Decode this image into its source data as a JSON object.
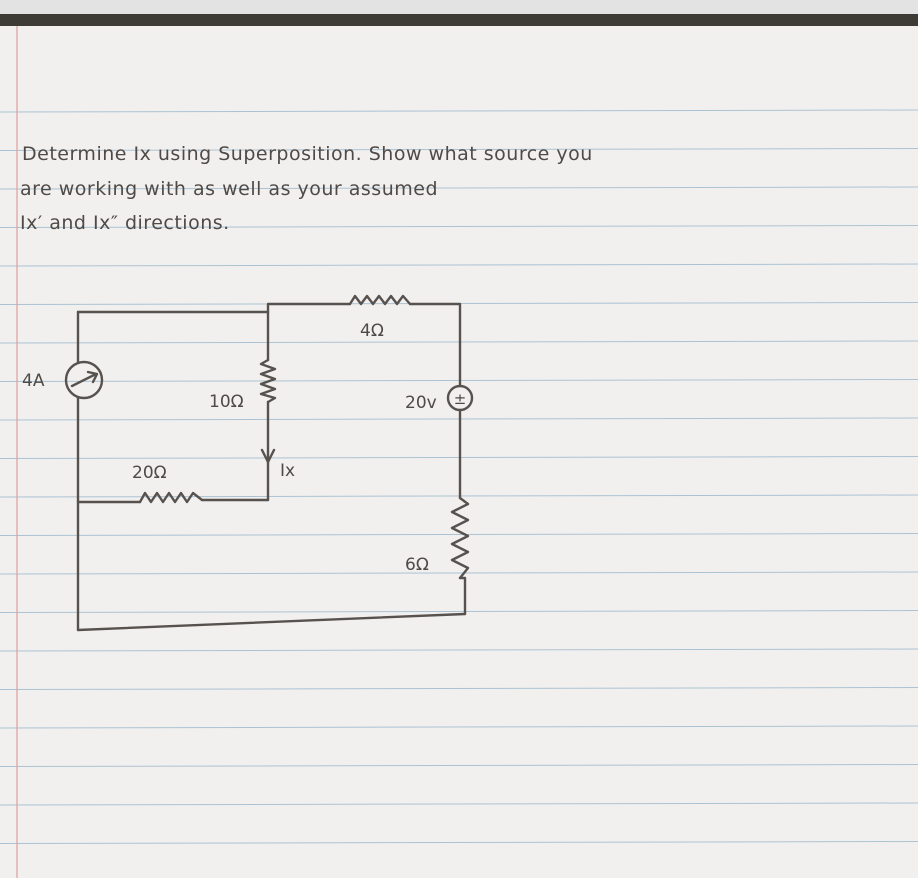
{
  "question": {
    "line1": "Determine Ix using Superposition. Show what source you",
    "line2": "are working with as well as your assumed",
    "line3": "Ix′ and Ix″ directions."
  },
  "circuit": {
    "current_source_label": "4A",
    "resistor_10_label": "10Ω",
    "resistor_4_label": "4Ω",
    "resistor_20_label": "20Ω",
    "resistor_6_label": "6Ω",
    "voltage_source_label": "20v",
    "voltage_source_polarity": "±",
    "ix_label": "Ix"
  },
  "colors": {
    "paper": "#f1f0ef",
    "rule_line": "#9cb7cb",
    "margin_line": "#e0a3a3",
    "ink": "#57524e",
    "top_band": "#3e3a36"
  }
}
